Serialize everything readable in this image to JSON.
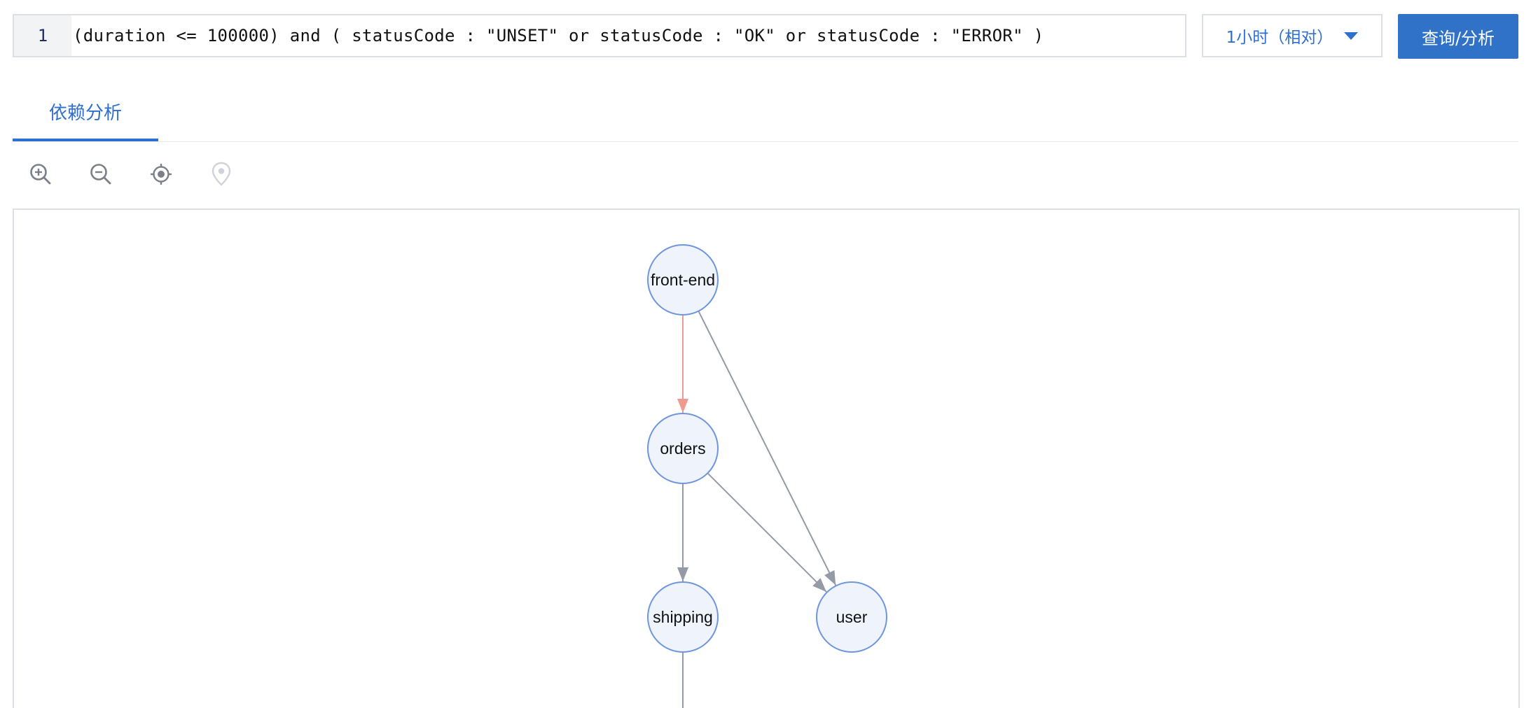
{
  "query": {
    "line_number": "1",
    "text": "(duration <= 100000) and ( statusCode : \"UNSET\" or statusCode : \"OK\" or statusCode : \"ERROR\" )"
  },
  "time_range": {
    "selected": "1小时（相对）"
  },
  "query_button": {
    "label": "查询/分析"
  },
  "tabs": [
    {
      "label": "依赖分析",
      "active": true
    }
  ],
  "toolbar": {
    "icons": [
      "zoom-in-icon",
      "zoom-out-icon",
      "locate-icon",
      "map-pin-icon"
    ]
  },
  "colors": {
    "accent": "#2f72c8",
    "node_fill": "#eef3fc",
    "node_stroke": "#6f96dc",
    "edge": "#949aa6",
    "edge_error": "#ef9a90"
  },
  "graph": {
    "nodes": [
      {
        "id": "front-end",
        "label": "front-end"
      },
      {
        "id": "orders",
        "label": "orders"
      },
      {
        "id": "shipping",
        "label": "shipping"
      },
      {
        "id": "user",
        "label": "user"
      }
    ],
    "edges": [
      {
        "from": "front-end",
        "to": "orders",
        "status": "error"
      },
      {
        "from": "front-end",
        "to": "user",
        "status": "normal"
      },
      {
        "from": "orders",
        "to": "user",
        "status": "normal"
      },
      {
        "from": "orders",
        "to": "shipping",
        "status": "normal"
      }
    ]
  }
}
